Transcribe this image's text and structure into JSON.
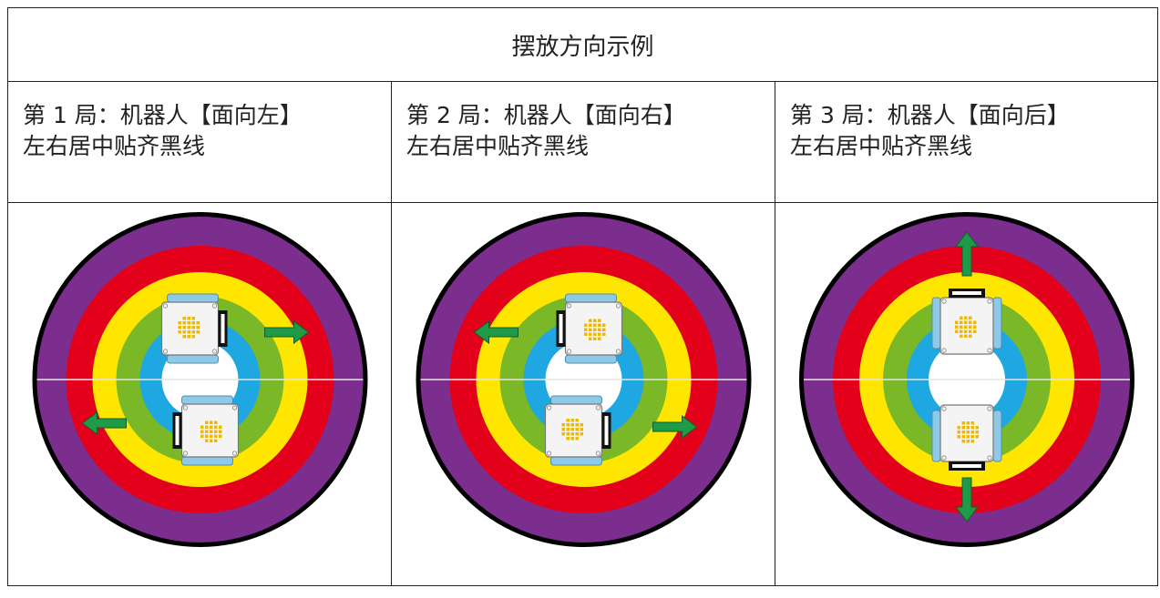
{
  "title": "摆放方向示例",
  "rounds": [
    {
      "line1": "第 1 局：机器人【面向左】",
      "line2": "左右居中贴齐黑线",
      "orientation": "horizontal",
      "arrow_top": "right",
      "arrow_bottom": "left"
    },
    {
      "line1": "第 2 局：机器人【面向右】",
      "line2": "左右居中贴齐黑线",
      "orientation": "horizontal",
      "arrow_top": "left",
      "arrow_bottom": "right"
    },
    {
      "line1": "第 3 局：机器人【面向后】",
      "line2": "左右居中贴齐黑线",
      "orientation": "vertical",
      "arrow_top": "up",
      "arrow_bottom": "down"
    }
  ],
  "ring_colors": [
    "#000000",
    "#7b2e8e",
    "#e3001b",
    "#ffe600",
    "#7ab828",
    "#1ea7e0",
    "#ffffff"
  ],
  "arrow_color": "#1f9b48"
}
